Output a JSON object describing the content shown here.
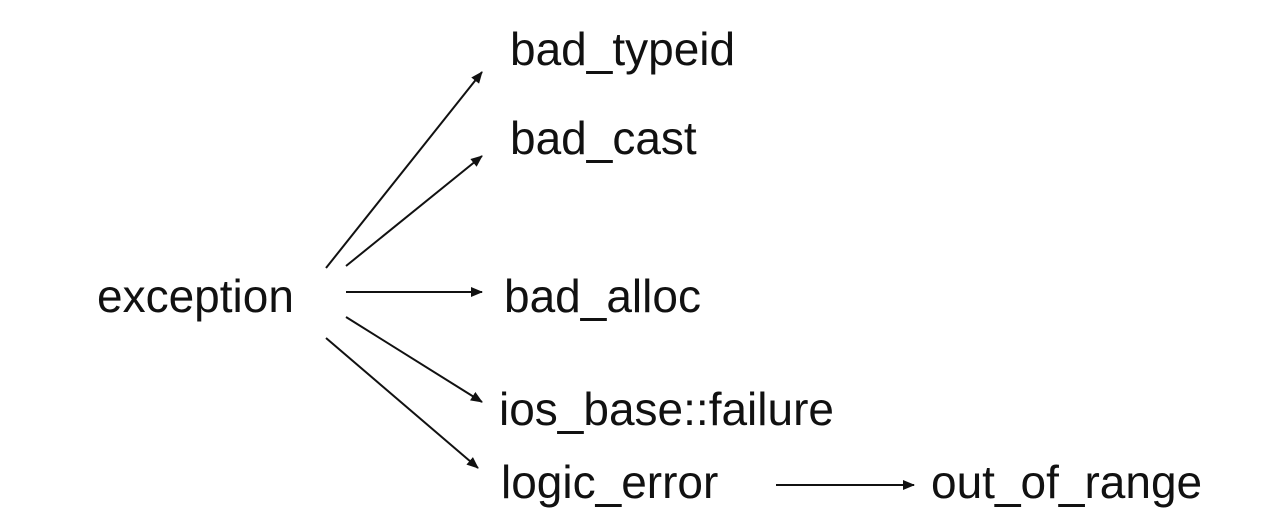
{
  "diagram": {
    "nodes": {
      "root": "exception",
      "bad_typeid": "bad_typeid",
      "bad_cast": "bad_cast",
      "bad_alloc": "bad_alloc",
      "ios_failure": "ios_base::failure",
      "logic_error": "logic_error",
      "out_of_range": "out_of_range"
    },
    "edges": [
      {
        "from": "exception",
        "to": "bad_typeid"
      },
      {
        "from": "exception",
        "to": "bad_cast"
      },
      {
        "from": "exception",
        "to": "bad_alloc"
      },
      {
        "from": "exception",
        "to": "ios_base::failure"
      },
      {
        "from": "exception",
        "to": "logic_error"
      },
      {
        "from": "logic_error",
        "to": "out_of_range"
      }
    ],
    "colors": {
      "text": "#111111",
      "arrow": "#111111",
      "background": "#ffffff"
    }
  }
}
